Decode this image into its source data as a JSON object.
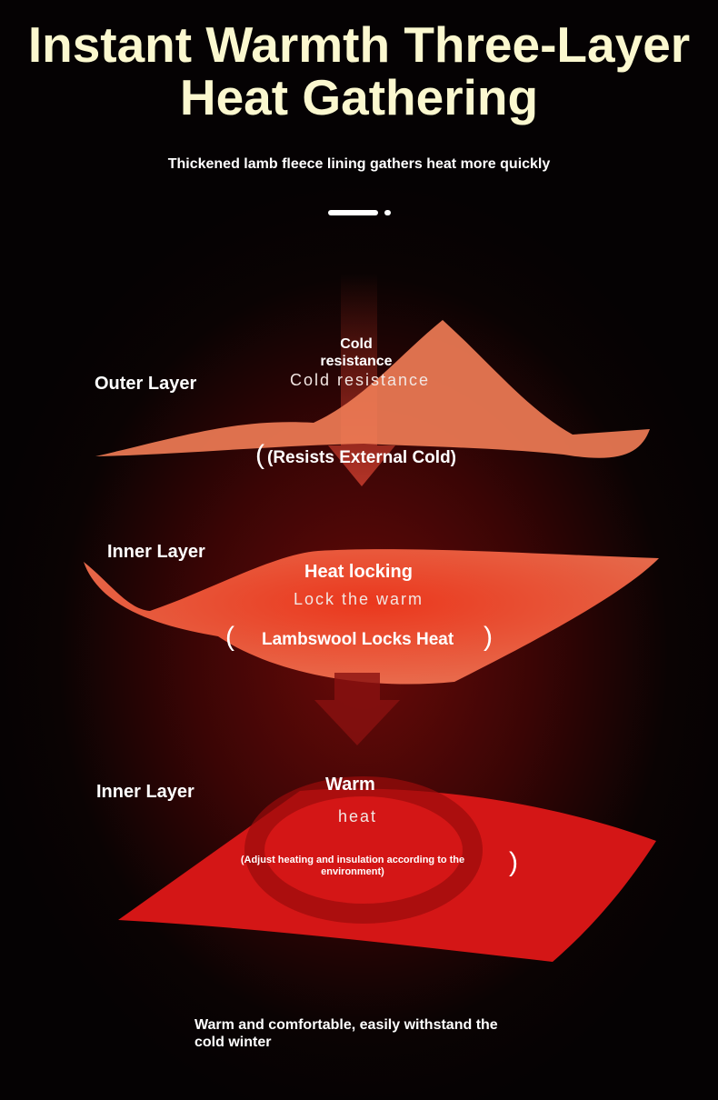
{
  "title": "Instant Warmth Three-Layer Heat Gathering",
  "subtitle": "Thickened lamb fleece lining gathers heat more quickly",
  "layers": [
    {
      "label": "Outer Layer",
      "heading": "Cold resistance",
      "subheading": "Cold resistance",
      "note": "(Resists External Cold)"
    },
    {
      "label": "Inner Layer",
      "heading": "Heat locking",
      "subheading": "Lock the warm",
      "note": "Lambswool Locks Heat"
    },
    {
      "label": "Inner Layer",
      "heading": "Warm",
      "subheading": "heat",
      "note": "(Adjust heating and insulation according to the environment)"
    }
  ],
  "footer": "Warm and comfortable, easily withstand the cold winter",
  "colors": {
    "title": "#fbf8cf",
    "outer": "#f0825a",
    "middle": "#f05a3c",
    "inner": "#d41818"
  }
}
